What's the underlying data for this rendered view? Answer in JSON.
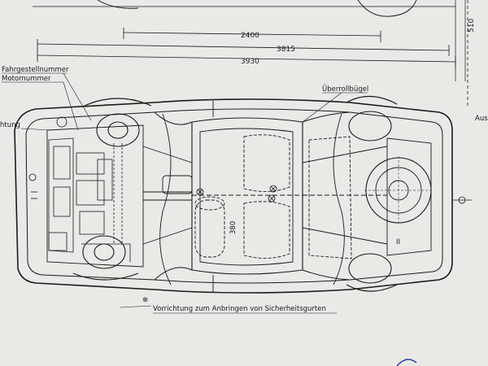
{
  "dimensions": {
    "wheelbase": "2400",
    "length_inner": "3815",
    "length_overall": "3930",
    "side_right": "510"
  },
  "labels": {
    "chassis_number": "Fahrgestellnummer",
    "engine_number": "Motornummer",
    "left_cut": "htung",
    "roll_bar": "Überrollbügel",
    "right_cut": "Aus",
    "tank_size": "380",
    "tire_mark": "II"
  },
  "legend": {
    "symbol": "⊗",
    "text": "Vorrichtung zum Anbringen von Sicherheitsgurten"
  },
  "colors": {
    "paper": "#e9e9e6",
    "ink": "#1a1a1a",
    "pen_mark": "#2b3fa6"
  }
}
